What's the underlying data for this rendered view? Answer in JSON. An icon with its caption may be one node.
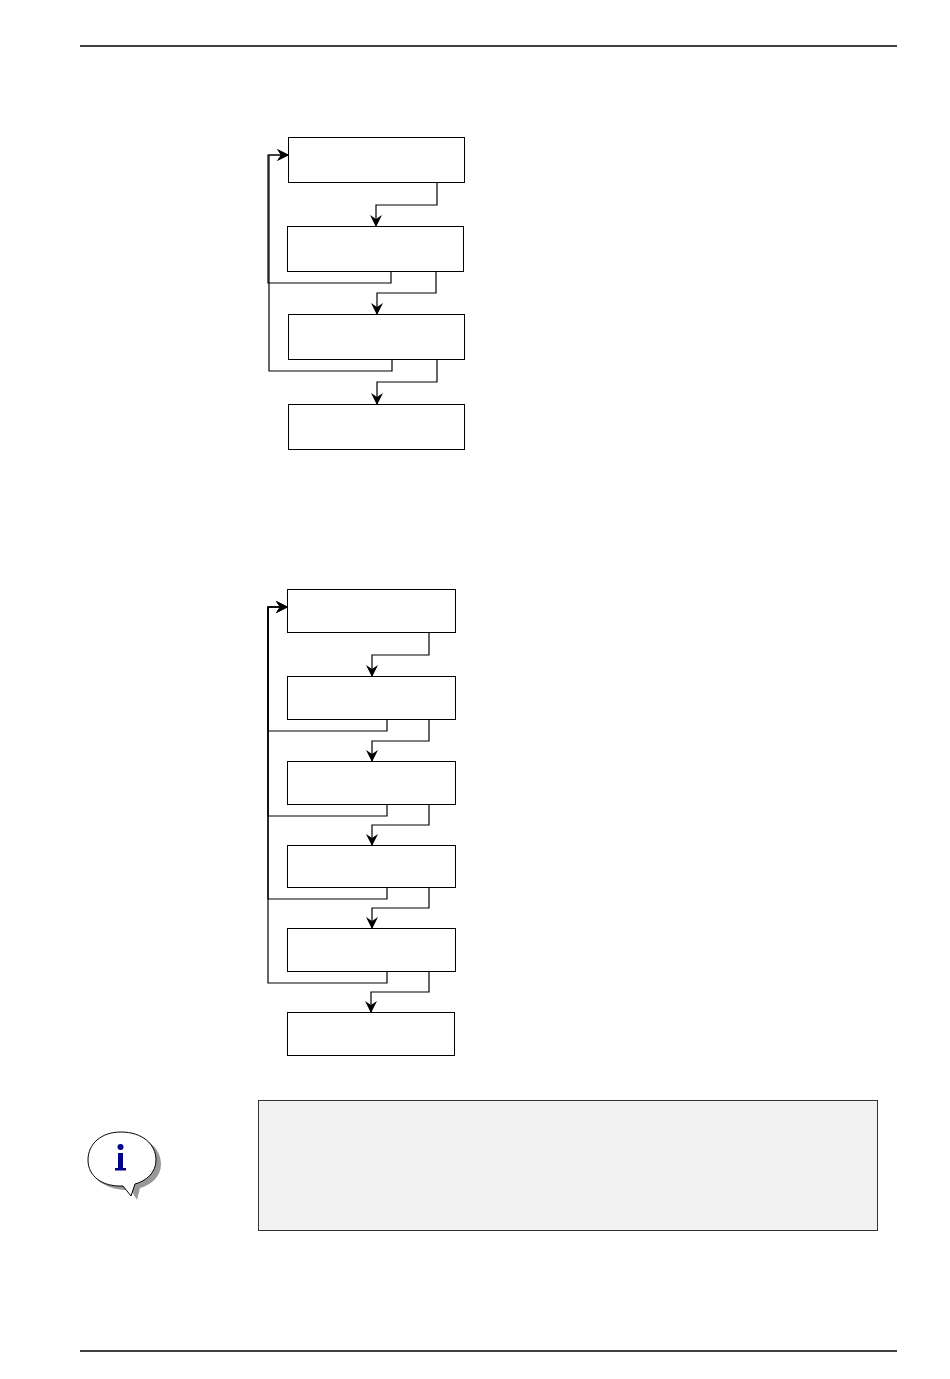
{
  "diagram": {
    "nodes": [
      {
        "text": [],
        "shape": "box"
      },
      {
        "text": [],
        "shape": "box"
      },
      {
        "text": [],
        "shape": "box"
      },
      {
        "text": [],
        "shape": "box"
      },
      {
        "text": [],
        "shape": "box"
      },
      {
        "text": [],
        "shape": "box"
      },
      {
        "text": [],
        "shape": "box"
      },
      {
        "text": [],
        "shape": "box"
      },
      {
        "text": [],
        "shape": "box"
      },
      {
        "text": [],
        "shape": "box"
      },
      {
        "text": [],
        "shape": "box"
      }
    ],
    "edges": [
      {
        "from": 0,
        "to": 1,
        "arrow": "to"
      },
      {
        "from": 1,
        "to": 2,
        "arrow": "to"
      },
      {
        "from": 2,
        "to": 3,
        "arrow": "to"
      },
      {
        "from": 1,
        "to": 0,
        "arrow": "to"
      },
      {
        "from": 2,
        "to": 0,
        "arrow": "to"
      },
      {
        "from": 4,
        "to": 5,
        "arrow": "to"
      },
      {
        "from": 5,
        "to": 6,
        "arrow": "to"
      },
      {
        "from": 6,
        "to": 7,
        "arrow": "to"
      },
      {
        "from": 7,
        "to": 8,
        "arrow": "to"
      },
      {
        "from": 8,
        "to": 9,
        "arrow": "to"
      },
      {
        "from": 5,
        "to": 4,
        "arrow": "to"
      },
      {
        "from": 6,
        "to": 4,
        "arrow": "to"
      },
      {
        "from": 7,
        "to": 4,
        "arrow": "to"
      },
      {
        "from": 8,
        "to": 4,
        "arrow": "to"
      }
    ]
  }
}
